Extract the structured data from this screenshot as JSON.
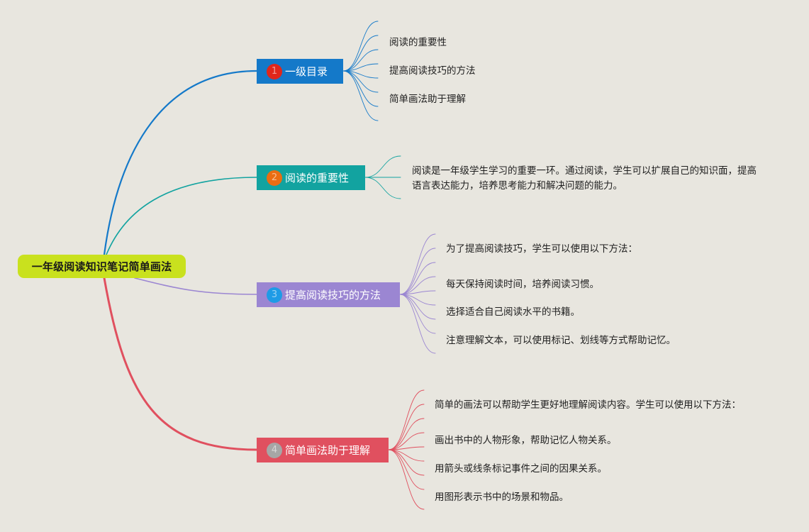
{
  "root": {
    "label": "一年级阅读知识笔记简单画法",
    "color": "#c9e11e"
  },
  "branches": [
    {
      "number": "1",
      "label": "一级目录",
      "color": "#1479c9",
      "badge_color": "#e0261b",
      "leaves": [
        "阅读的重要性",
        "提高阅读技巧的方法",
        "简单画法助于理解"
      ]
    },
    {
      "number": "2",
      "label": "阅读的重要性",
      "color": "#12a3a0",
      "badge_color": "#ea6d12",
      "leaves": [
        "阅读是一年级学生学习的重要一环。通过阅读，学生可以扩展自己的知识面，提高语言表达能力，培养思考能力和解决问题的能力。"
      ]
    },
    {
      "number": "3",
      "label": "提高阅读技巧的方法",
      "color": "#9b86d2",
      "badge_color": "#1e9be6",
      "leaves": [
        "为了提高阅读技巧，学生可以使用以下方法：",
        "每天保持阅读时间，培养阅读习惯。",
        "选择适合自己阅读水平的书籍。",
        "注意理解文本，可以使用标记、划线等方式帮助记忆。"
      ]
    },
    {
      "number": "4",
      "label": "简单画法助于理解",
      "color": "#e0505f",
      "badge_color": "#a6a6a6",
      "leaves": [
        "简单的画法可以帮助学生更好地理解阅读内容。学生可以使用以下方法：",
        "画出书中的人物形象，帮助记忆人物关系。",
        "用箭头或线条标记事件之间的因果关系。",
        "用图形表示书中的场景和物品。"
      ]
    }
  ]
}
